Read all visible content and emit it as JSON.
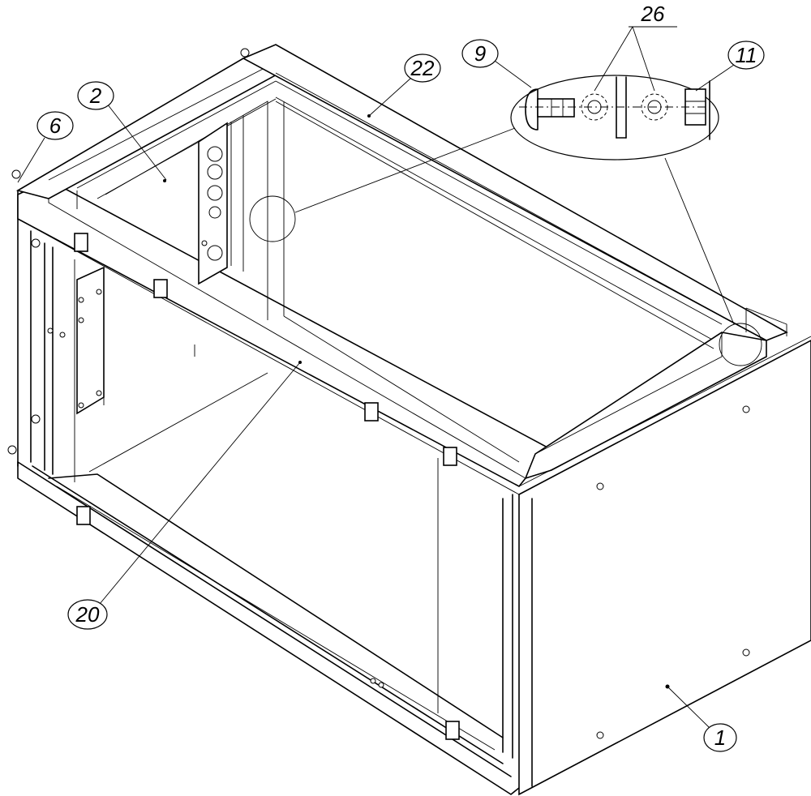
{
  "drawing": {
    "subject": "cabinet frame assembly isometric view"
  },
  "callouts": [
    {
      "id": "callout-1",
      "label": "1"
    },
    {
      "id": "callout-2",
      "label": "2"
    },
    {
      "id": "callout-6",
      "label": "6"
    },
    {
      "id": "callout-9",
      "label": "9"
    },
    {
      "id": "callout-11",
      "label": "11"
    },
    {
      "id": "callout-20",
      "label": "20"
    },
    {
      "id": "callout-22",
      "label": "22"
    },
    {
      "id": "callout-26",
      "label": "26"
    }
  ],
  "colors": {
    "line": "#000000",
    "background": "#ffffff"
  }
}
